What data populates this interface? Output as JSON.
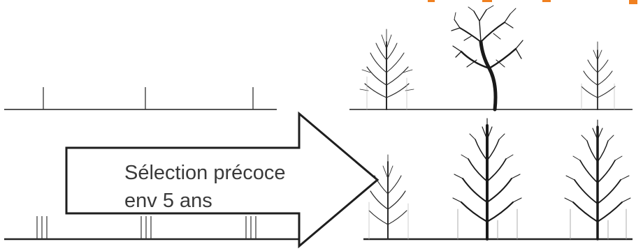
{
  "arrow": {
    "label_line1": "Sélection précoce",
    "label_line2": "env 5 ans"
  },
  "colors": {
    "background": "#ffffff",
    "ink": "#222222",
    "ground": "#555555",
    "accent_top_right": "#f08020"
  },
  "rows": [
    {
      "stage": "planting",
      "stake_groups": 3
    },
    {
      "stage": "after-selection",
      "stake_groups": 3
    }
  ]
}
